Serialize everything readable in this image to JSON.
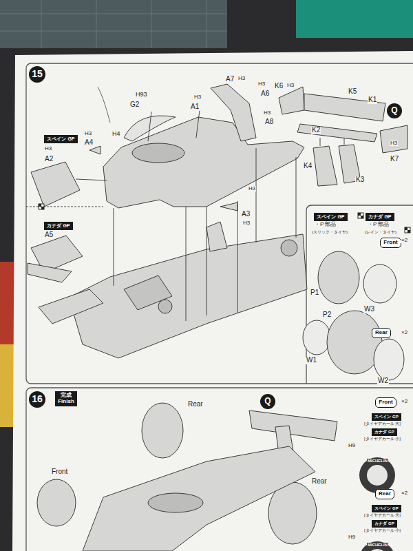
{
  "diagram": {
    "nodes": [
      {
        "text": [
          "15"
        ]
      },
      {
        "text": [
          "Q"
        ]
      },
      {
        "text": [
          "スペイン GP"
        ]
      },
      {
        "text": [
          "カナダ GP"
        ]
      },
      {
        "text": [
          "スペイン GP"
        ]
      },
      {
        "text": [
          "カナダ GP"
        ]
      },
      {
        "text": [
          "Front"
        ]
      },
      {
        "text": [
          "Rear"
        ]
      },
      {
        "text": [
          "16"
        ]
      },
      {
        "text": [
          "完成",
          "Finish"
        ]
      },
      {
        "text": [
          "Q"
        ]
      },
      {
        "text": [
          "Front"
        ]
      },
      {
        "text": [
          "スペイン GP"
        ]
      },
      {
        "text": [
          "カナダ GP"
        ]
      },
      {
        "text": [
          "Rear"
        ]
      },
      {
        "text": [
          "スペイン GP"
        ]
      },
      {
        "text": [
          "カナダ GP"
        ]
      }
    ],
    "labels": [
      "G2",
      "H93",
      "A7",
      "H3",
      "A1",
      "H3",
      "H3",
      "A6",
      "H3",
      "A8",
      "K6",
      "H3",
      "K5",
      "K1",
      "H4",
      "H3",
      "A4",
      "H3",
      "A2",
      "K2",
      "K7",
      "H3",
      "K4",
      "K3",
      "H3",
      "A3",
      "H3",
      "A5",
      "・P 部品",
      "(スリック・タイヤ)",
      "・P 部品",
      "(レイン・タイヤ)",
      "×2",
      "P1",
      "W3",
      "P2",
      "×2",
      "W1",
      "W2",
      "Rear",
      "Front",
      "Rear",
      "×2",
      "[タイヤデカール 大]",
      "[タイヤデカール 小]",
      "H9",
      "MICHELIN",
      "×2",
      "[タイヤデカール 大]",
      "[タイヤデカール 小]",
      "H9",
      "MICHELIN"
    ]
  }
}
